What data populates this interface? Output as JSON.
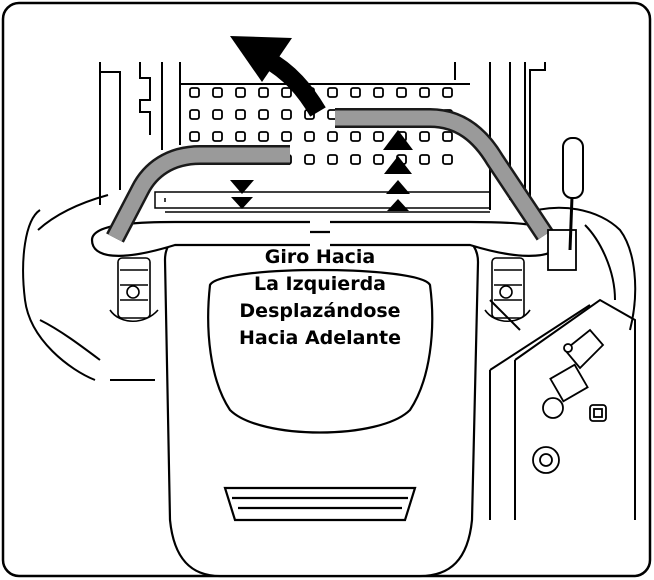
{
  "caption": {
    "lines": [
      "Giro Hacia",
      "La Izquierda",
      "Desplazándose",
      "Hacia Adelante"
    ]
  },
  "colors": {
    "outline": "#000000",
    "lever_fill": "#9a9a9a",
    "lever_outline": "#1a1a1a",
    "panel_bg": "#ffffff"
  },
  "icons": {
    "turn_arrow": "curved-arrow-up-left-icon",
    "forward_arrows": "triangle-up-icon",
    "reverse_arrows": "triangle-down-icon"
  }
}
